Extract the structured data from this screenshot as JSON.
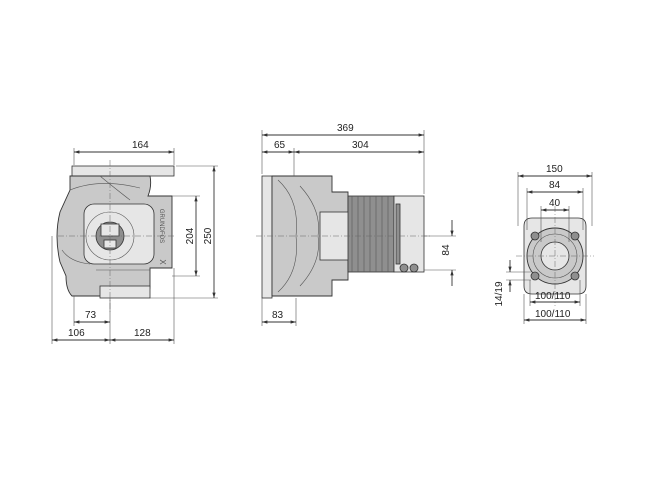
{
  "views": {
    "front": {
      "width_top": "164",
      "height_inner": "204",
      "height_outer": "250",
      "offset_left_inner": "73",
      "offset_left": "106",
      "offset_right": "128",
      "brand_text": "GRUNDFOS",
      "brand_mark": "X"
    },
    "side": {
      "total_length": "369",
      "flange_depth": "65",
      "motor_length": "304",
      "motor_center": "84",
      "pipe_offset": "83"
    },
    "flange": {
      "outer": "150",
      "bolt_circle": "84",
      "bore": "40",
      "hole_dia": "14/19",
      "bolt_span_inner": "100/110",
      "bolt_span_outer": "100/110"
    }
  }
}
